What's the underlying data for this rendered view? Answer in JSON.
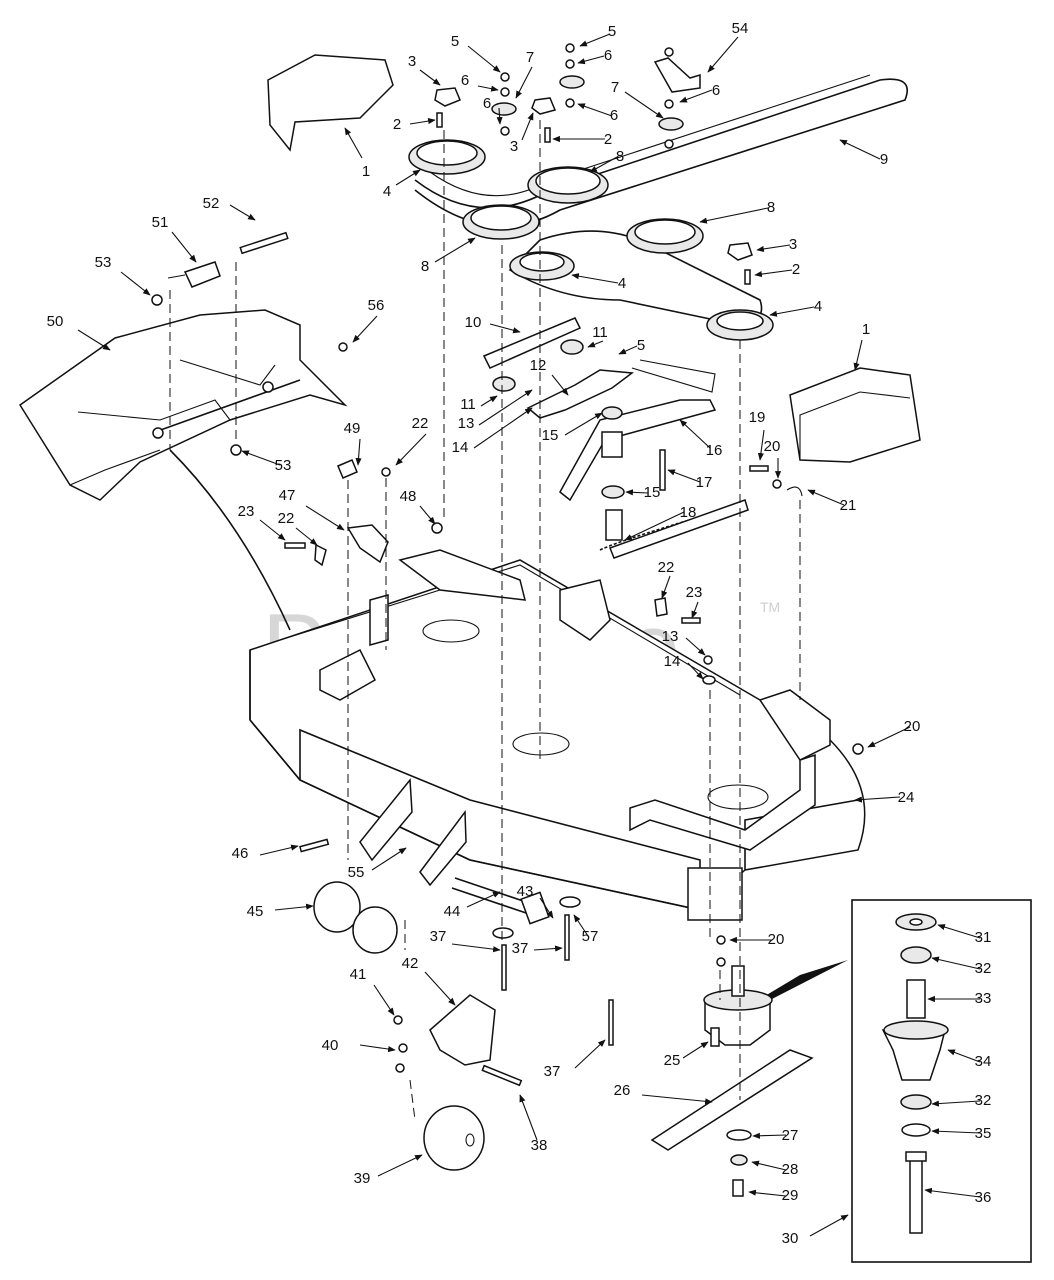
{
  "watermark": "PartsTree",
  "trademark": "TM",
  "callouts": [
    {
      "id": "c1a",
      "text": "1"
    },
    {
      "id": "c1b",
      "text": "1"
    },
    {
      "id": "c2a",
      "text": "2"
    },
    {
      "id": "c2b",
      "text": "2"
    },
    {
      "id": "c2c",
      "text": "2"
    },
    {
      "id": "c3a",
      "text": "3"
    },
    {
      "id": "c3b",
      "text": "3"
    },
    {
      "id": "c3c",
      "text": "3"
    },
    {
      "id": "c4a",
      "text": "4"
    },
    {
      "id": "c4b",
      "text": "4"
    },
    {
      "id": "c4c",
      "text": "4"
    },
    {
      "id": "c5a",
      "text": "5"
    },
    {
      "id": "c5b",
      "text": "5"
    },
    {
      "id": "c5c",
      "text": "5"
    },
    {
      "id": "c6a",
      "text": "6"
    },
    {
      "id": "c6b",
      "text": "6"
    },
    {
      "id": "c6c",
      "text": "6"
    },
    {
      "id": "c6d",
      "text": "6"
    },
    {
      "id": "c6e",
      "text": "6"
    },
    {
      "id": "c7a",
      "text": "7"
    },
    {
      "id": "c7b",
      "text": "7"
    },
    {
      "id": "c8a",
      "text": "8"
    },
    {
      "id": "c8b",
      "text": "8"
    },
    {
      "id": "c8c",
      "text": "8"
    },
    {
      "id": "c9",
      "text": "9"
    },
    {
      "id": "c10",
      "text": "10"
    },
    {
      "id": "c11a",
      "text": "11"
    },
    {
      "id": "c11b",
      "text": "11"
    },
    {
      "id": "c12",
      "text": "12"
    },
    {
      "id": "c13a",
      "text": "13"
    },
    {
      "id": "c13b",
      "text": "13"
    },
    {
      "id": "c14a",
      "text": "14"
    },
    {
      "id": "c14b",
      "text": "14"
    },
    {
      "id": "c15a",
      "text": "15"
    },
    {
      "id": "c15b",
      "text": "15"
    },
    {
      "id": "c16",
      "text": "16"
    },
    {
      "id": "c17",
      "text": "17"
    },
    {
      "id": "c18",
      "text": "18"
    },
    {
      "id": "c19",
      "text": "19"
    },
    {
      "id": "c20a",
      "text": "20"
    },
    {
      "id": "c20b",
      "text": "20"
    },
    {
      "id": "c20c",
      "text": "20"
    },
    {
      "id": "c21",
      "text": "21"
    },
    {
      "id": "c22a",
      "text": "22"
    },
    {
      "id": "c22b",
      "text": "22"
    },
    {
      "id": "c22c",
      "text": "22"
    },
    {
      "id": "c23a",
      "text": "23"
    },
    {
      "id": "c23b",
      "text": "23"
    },
    {
      "id": "c24",
      "text": "24"
    },
    {
      "id": "c25",
      "text": "25"
    },
    {
      "id": "c26",
      "text": "26"
    },
    {
      "id": "c27",
      "text": "27"
    },
    {
      "id": "c28",
      "text": "28"
    },
    {
      "id": "c29",
      "text": "29"
    },
    {
      "id": "c30",
      "text": "30"
    },
    {
      "id": "c31",
      "text": "31"
    },
    {
      "id": "c32a",
      "text": "32"
    },
    {
      "id": "c32b",
      "text": "32"
    },
    {
      "id": "c33",
      "text": "33"
    },
    {
      "id": "c34",
      "text": "34"
    },
    {
      "id": "c35",
      "text": "35"
    },
    {
      "id": "c36",
      "text": "36"
    },
    {
      "id": "c37a",
      "text": "37"
    },
    {
      "id": "c37b",
      "text": "37"
    },
    {
      "id": "c37c",
      "text": "37"
    },
    {
      "id": "c38",
      "text": "38"
    },
    {
      "id": "c39",
      "text": "39"
    },
    {
      "id": "c40",
      "text": "40"
    },
    {
      "id": "c41",
      "text": "41"
    },
    {
      "id": "c42",
      "text": "42"
    },
    {
      "id": "c43",
      "text": "43"
    },
    {
      "id": "c44",
      "text": "44"
    },
    {
      "id": "c45",
      "text": "45"
    },
    {
      "id": "c46",
      "text": "46"
    },
    {
      "id": "c47",
      "text": "47"
    },
    {
      "id": "c48",
      "text": "48"
    },
    {
      "id": "c49",
      "text": "49"
    },
    {
      "id": "c50",
      "text": "50"
    },
    {
      "id": "c51",
      "text": "51"
    },
    {
      "id": "c52",
      "text": "52"
    },
    {
      "id": "c53a",
      "text": "53"
    },
    {
      "id": "c53b",
      "text": "53"
    },
    {
      "id": "c54",
      "text": "54"
    },
    {
      "id": "c55",
      "text": "55"
    },
    {
      "id": "c56",
      "text": "56"
    },
    {
      "id": "c57",
      "text": "57"
    }
  ]
}
